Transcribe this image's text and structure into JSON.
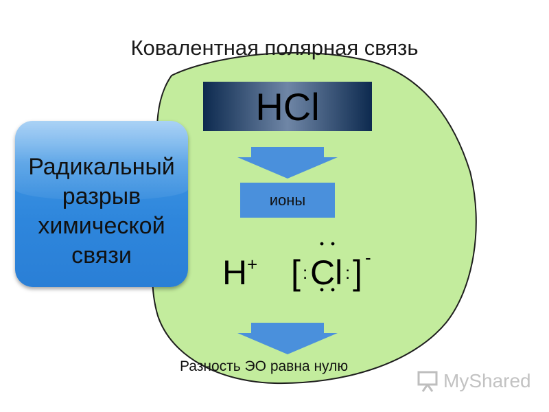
{
  "title": "Ковалентная полярная связь",
  "molecule": "HCl",
  "ions_label": "ионы",
  "cation": {
    "symbol": "H",
    "charge": "+"
  },
  "anion": {
    "open": "[",
    "symbol": "Cl",
    "close": "]",
    "charge": "-",
    "electron_pairs": ":"
  },
  "radical_label_lines": [
    "Радикальный",
    "разрыв",
    "химической",
    "связи"
  ],
  "eo_text": "Разность ЭО равна нулю",
  "watermark": "MyShared",
  "colors": {
    "blob": "#c3ec9d",
    "arrow": "#4a90dc",
    "ions_box": "#4a90dc",
    "radical_card": "#3c93e2",
    "hcl_box_dark": "#0d2a4f"
  }
}
